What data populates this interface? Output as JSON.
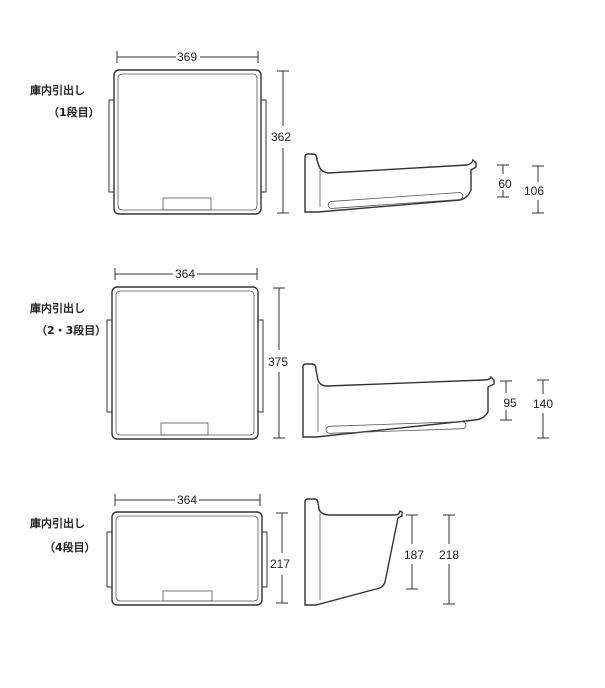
{
  "drawers": [
    {
      "title": "庫内引出し",
      "subtitle": "（1段目）",
      "width": "369",
      "depth": "362",
      "height_inner": "60",
      "height_outer": "106"
    },
    {
      "title": "庫内引出し",
      "subtitle": "（2・3段目）",
      "width": "364",
      "depth": "375",
      "height_inner": "95",
      "height_outer": "140"
    },
    {
      "title": "庫内引出し",
      "subtitle": "（4段目）",
      "width": "364",
      "depth": "217",
      "height_inner": "187",
      "height_outer": "218"
    }
  ]
}
